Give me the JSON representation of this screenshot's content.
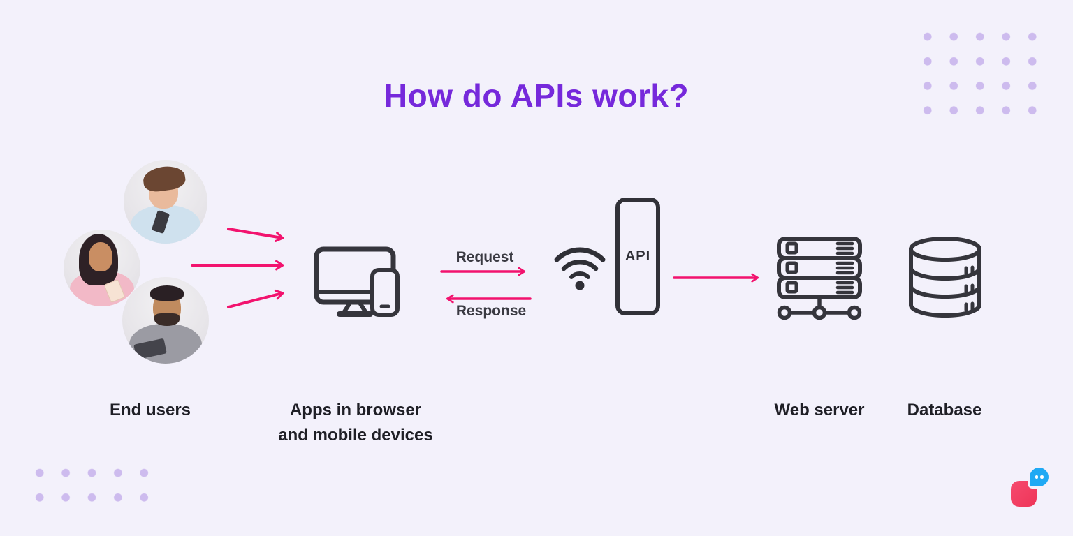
{
  "page": {
    "background": "#F3F1FB"
  },
  "title": {
    "text": "How do APIs work?",
    "color": "#7629DB"
  },
  "flow": {
    "end_users_label": "End users",
    "apps_label_line1": "Apps in browser",
    "apps_label_line2": "and mobile devices",
    "web_server_label": "Web server",
    "database_label": "Database",
    "api_label": "API",
    "request_label": "Request",
    "response_label": "Response"
  },
  "icons": [
    "end-user-avatar-1",
    "end-user-avatar-2",
    "end-user-avatar-3",
    "monitor-phone-icon",
    "wifi-icon",
    "api-box",
    "server-icon",
    "database-icon",
    "brand-logo"
  ],
  "colors": {
    "background": "#F3F1FB",
    "arrow_pink": "#F2136E",
    "icon_stroke": "#35353C",
    "title_purple": "#7629DB",
    "label_text": "#1F1F26",
    "dot_purple": "#CDBBEE",
    "logo_square_pink": "#EE3558",
    "logo_bubble_blue": "#1FA9F4"
  }
}
